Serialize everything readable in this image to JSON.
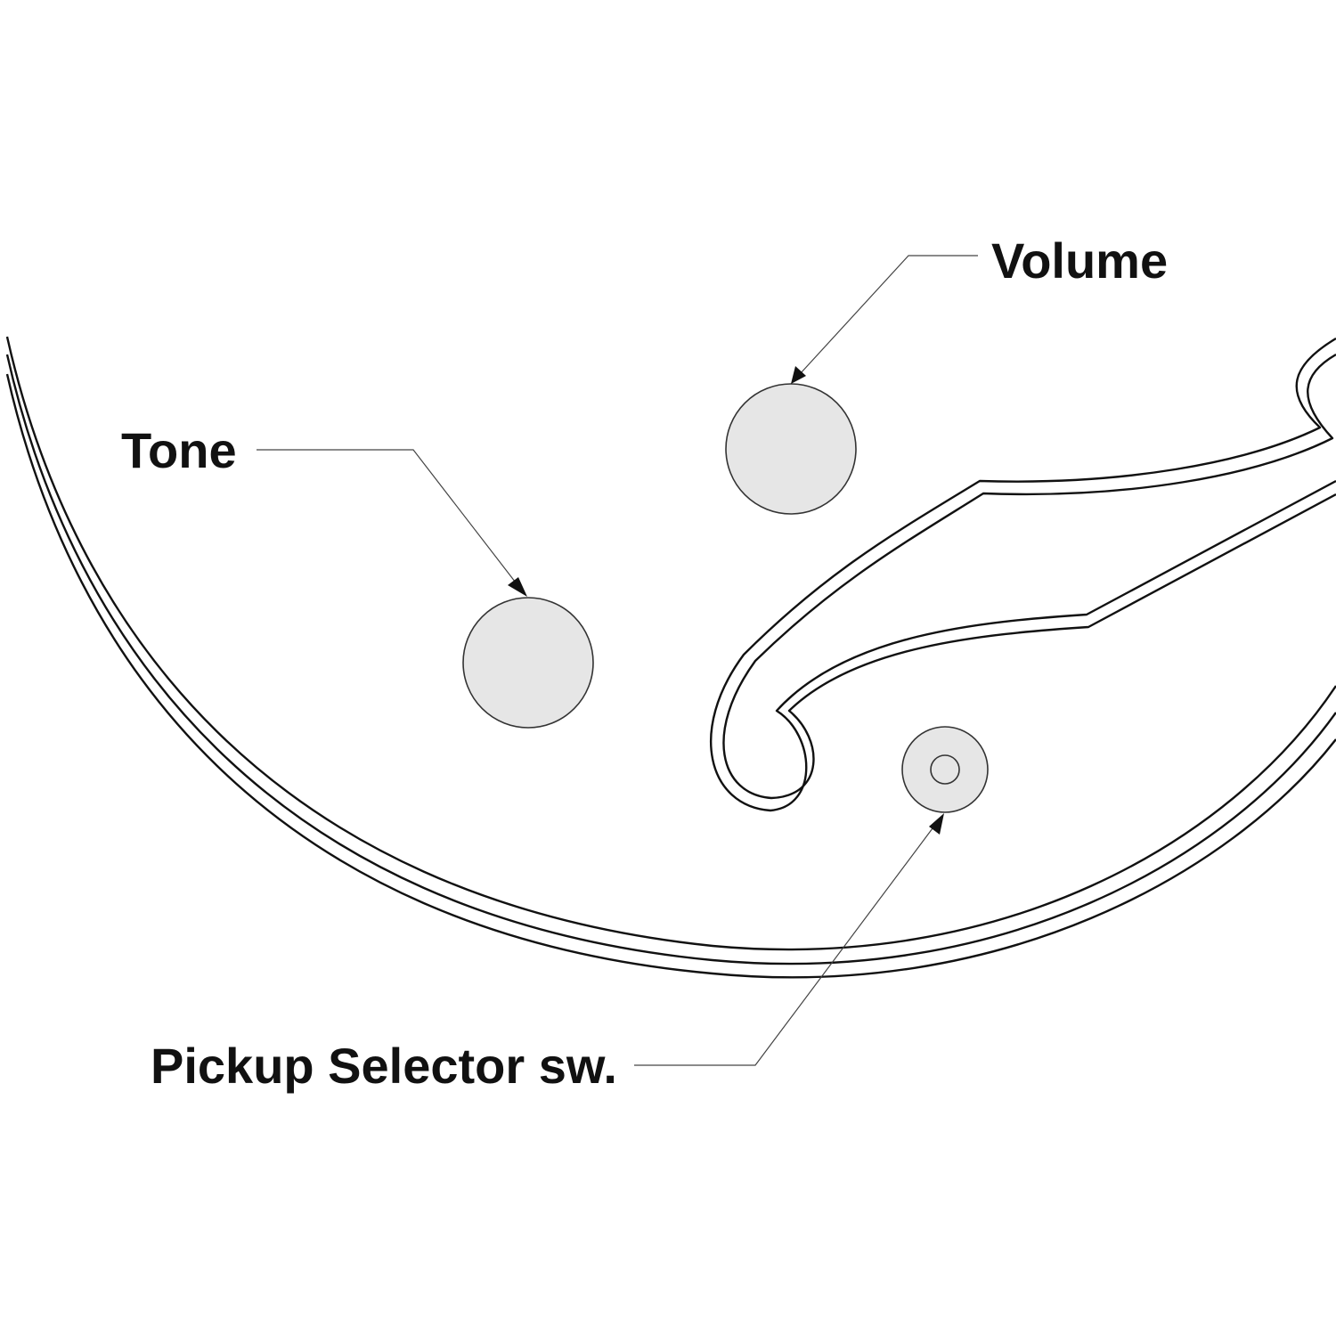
{
  "diagram": {
    "subject": "guitar-body-controls",
    "labels": {
      "volume": "Volume",
      "tone": "Tone",
      "pickup_selector": "Pickup Selector sw."
    },
    "colors": {
      "background": "#ffffff",
      "line": "#111111",
      "knob_fill": "#e6e6e6",
      "leader": "#444444"
    }
  }
}
